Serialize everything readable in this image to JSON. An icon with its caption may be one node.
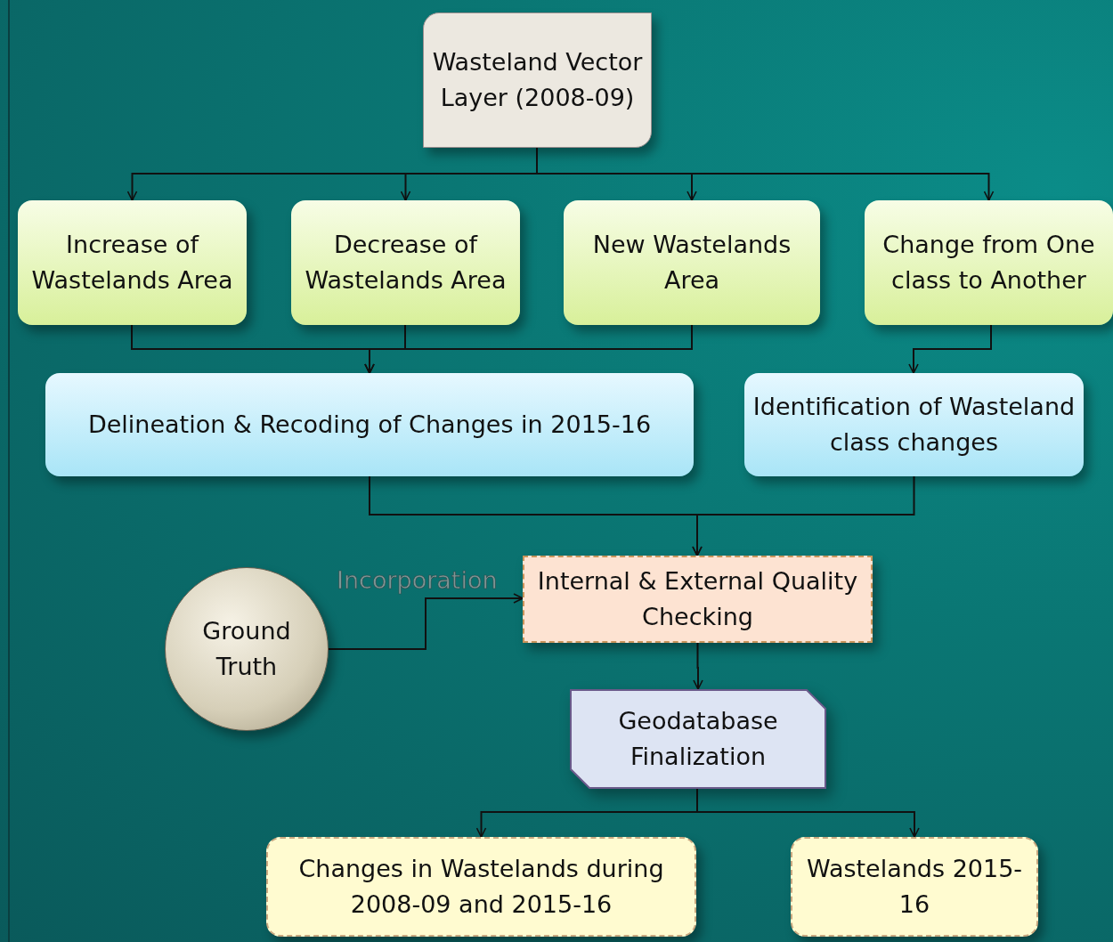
{
  "diagram": {
    "nodes": [
      {
        "text": [
          "Wasteland Vector Layer (2008-09)"
        ]
      },
      {
        "text": [
          "Increase of Wastelands Area"
        ]
      },
      {
        "text": [
          "Decrease of Wastelands Area"
        ]
      },
      {
        "text": [
          "New Wastelands Area"
        ]
      },
      {
        "text": [
          "Change from One class to Another"
        ]
      },
      {
        "text": [
          "Delineation & Recoding of  Changes in 2015-16"
        ]
      },
      {
        "text": [
          "Identification of Wasteland class changes"
        ]
      },
      {
        "text": [
          "Ground Truth"
        ]
      },
      {
        "text": [
          "Internal & External Quality Checking"
        ]
      },
      {
        "text": [
          "Geodatabase Finalization"
        ]
      },
      {
        "text": [
          "Changes in Wastelands during 2008-09 and 2015-16"
        ]
      },
      {
        "text": [
          "Wastelands 2015-16"
        ]
      }
    ],
    "edges": [
      {
        "from": 0,
        "to": 1,
        "arrow": "to"
      },
      {
        "from": 0,
        "to": 2,
        "arrow": "to"
      },
      {
        "from": 0,
        "to": 3,
        "arrow": "to"
      },
      {
        "from": 0,
        "to": 4,
        "arrow": "to"
      },
      {
        "from": 1,
        "to": 5,
        "arrow": "to"
      },
      {
        "from": 2,
        "to": 5,
        "arrow": "to"
      },
      {
        "from": 3,
        "to": 5,
        "arrow": "to"
      },
      {
        "from": 4,
        "to": 6,
        "arrow": "to"
      },
      {
        "from": 5,
        "to": 8,
        "arrow": "to"
      },
      {
        "from": 6,
        "to": 8,
        "arrow": "to"
      },
      {
        "from": 7,
        "to": 8,
        "arrow": "to",
        "label": "Incorporation"
      },
      {
        "from": 8,
        "to": 9,
        "arrow": "to"
      },
      {
        "from": 9,
        "to": 10,
        "arrow": "to"
      },
      {
        "from": 9,
        "to": 11,
        "arrow": "to"
      }
    ]
  }
}
